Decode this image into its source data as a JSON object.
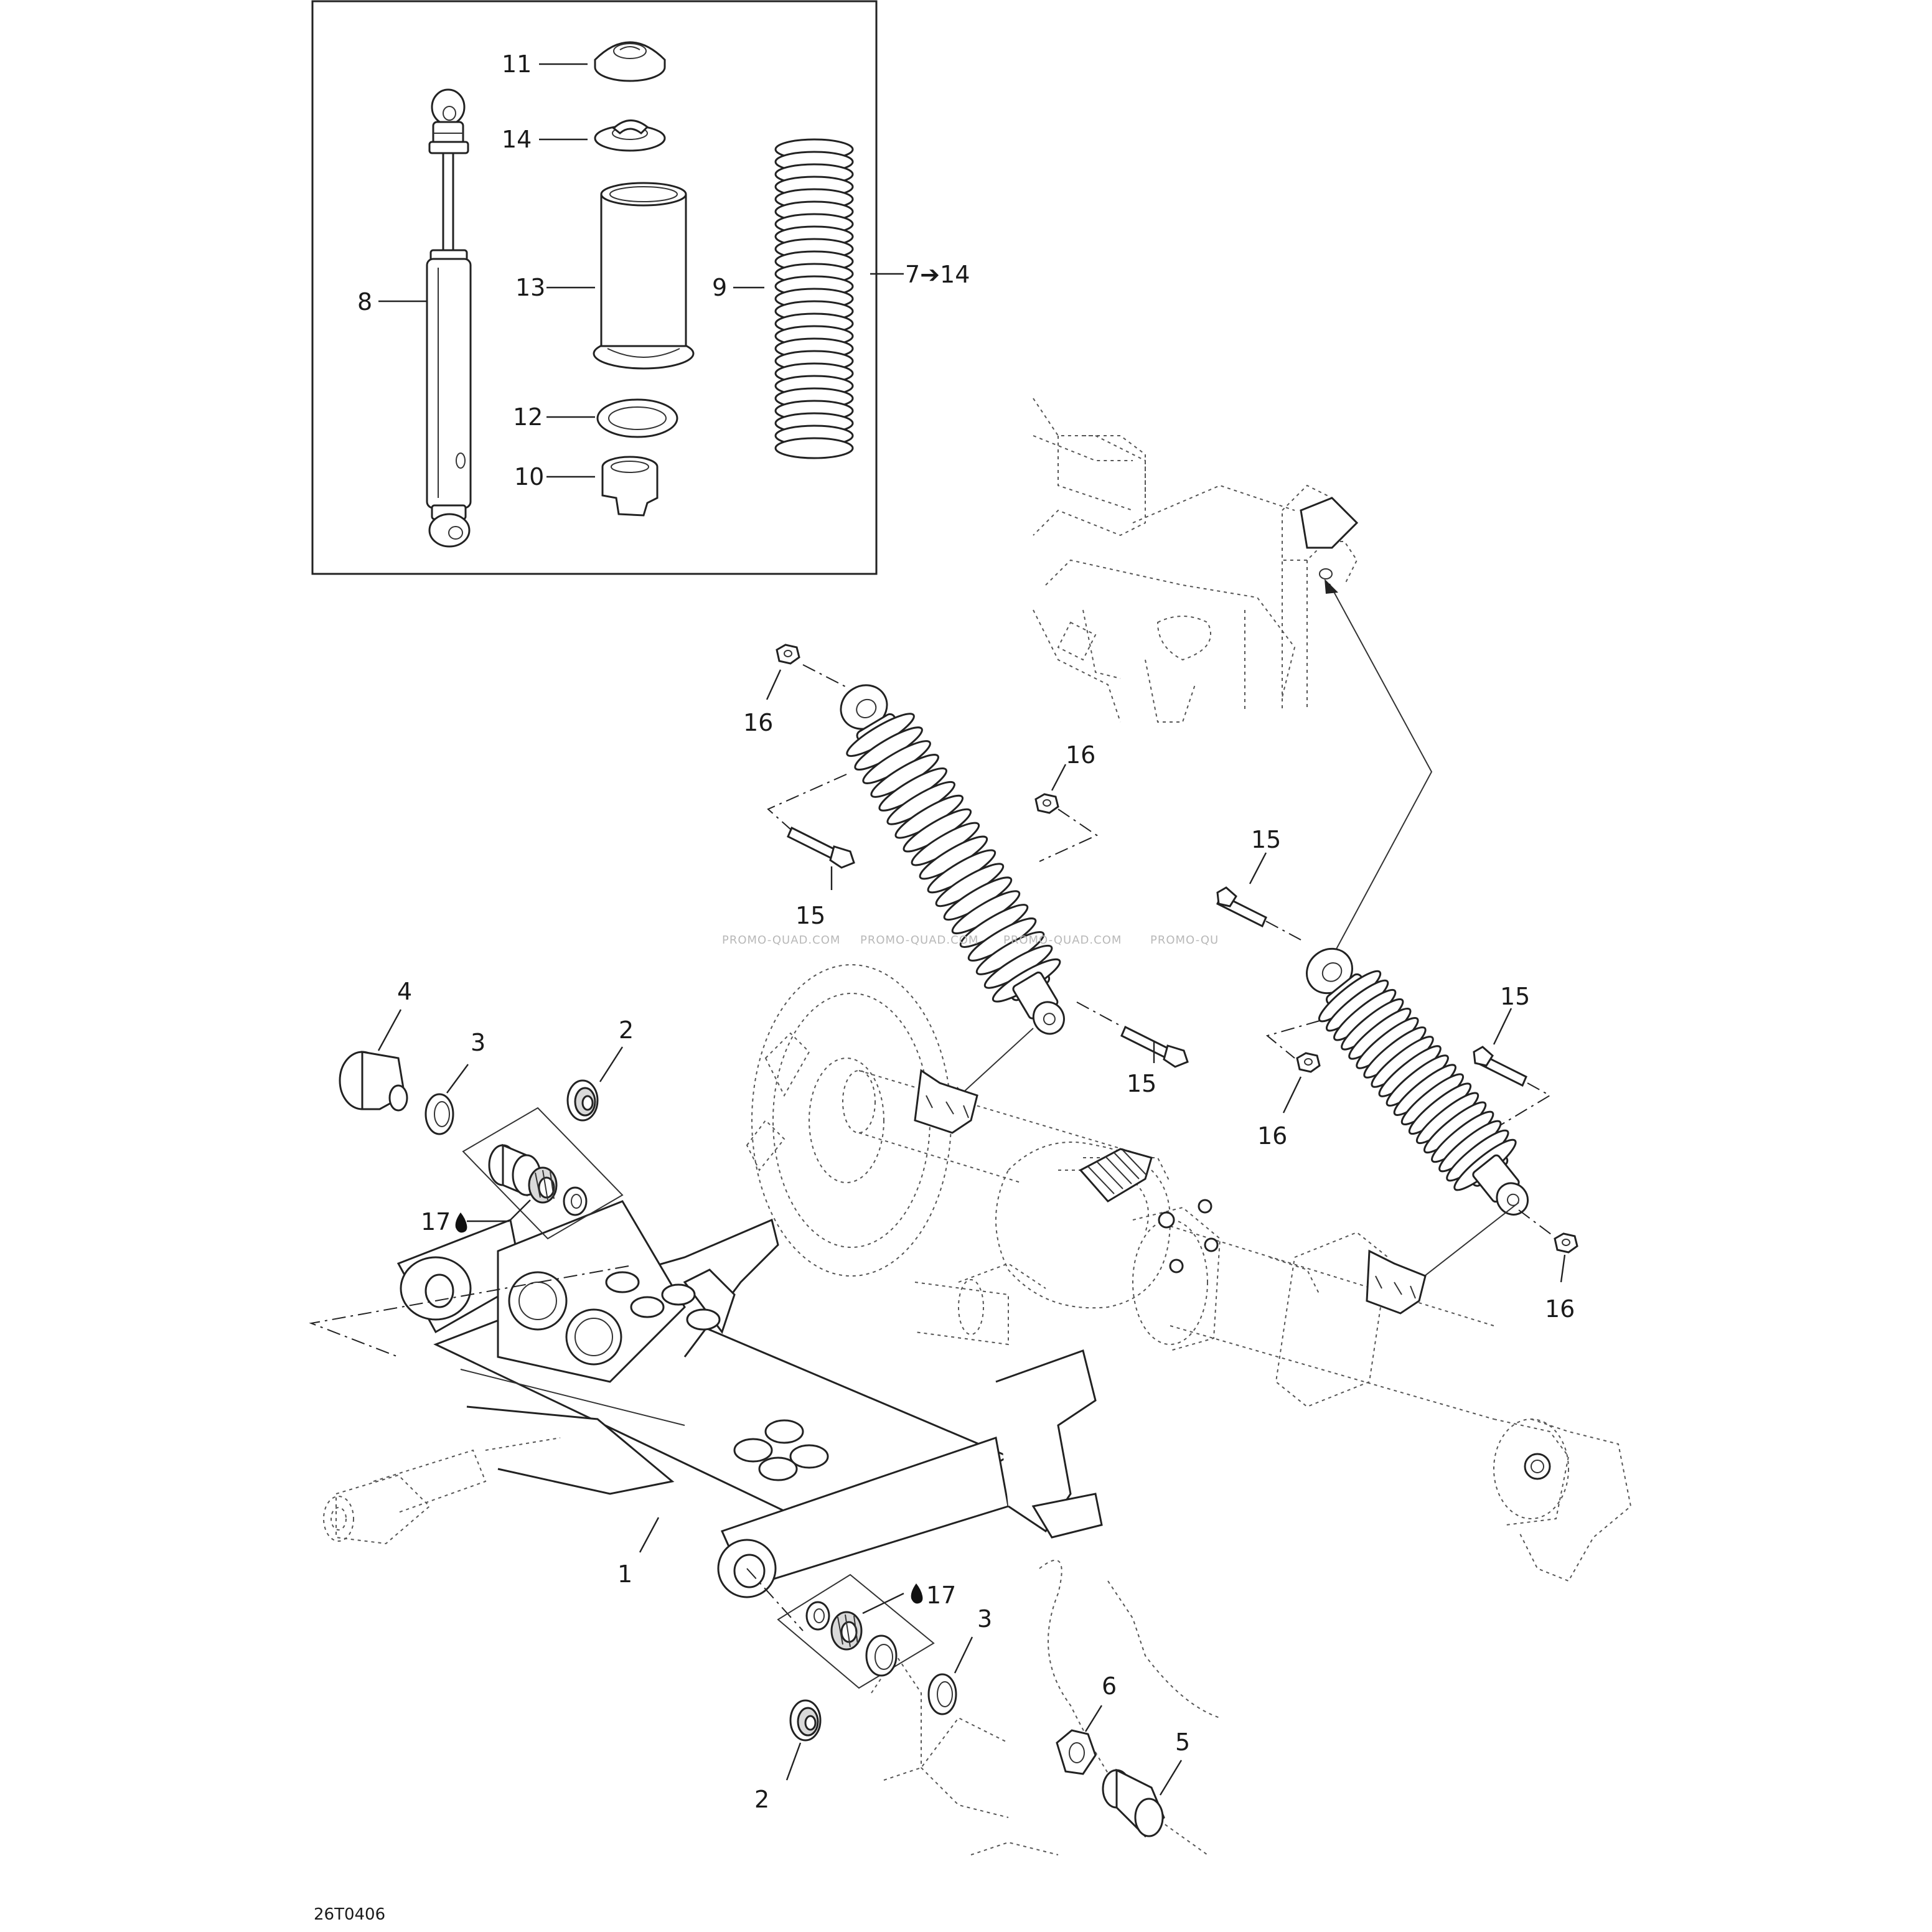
{
  "callouts": {
    "c11": "11",
    "c14": "14",
    "c13": "13",
    "c12": "12",
    "c10": "10",
    "c8": "8",
    "c9": "9",
    "c7_14": "7➔14",
    "c16a": "16",
    "c16b": "16",
    "c16c": "16",
    "c16d": "16",
    "c15a": "15",
    "c15b": "15",
    "c15c": "15",
    "c15d": "15",
    "c4": "4",
    "c3a": "3",
    "c2a": "2",
    "c17a": "17",
    "c1": "1",
    "c17b": "17",
    "c3b": "3",
    "c2b": "2",
    "c6": "6",
    "c5": "5"
  },
  "watermark": [
    "PROMO-QUAD.COM",
    "PROMO-QUAD.COM",
    "PROMO-QUAD.COM",
    "PROMO-QU"
  ],
  "figure_code": "26T0406",
  "icons": {
    "lubricant": "oil-drop-icon",
    "arrow": "arrow-right-icon"
  }
}
